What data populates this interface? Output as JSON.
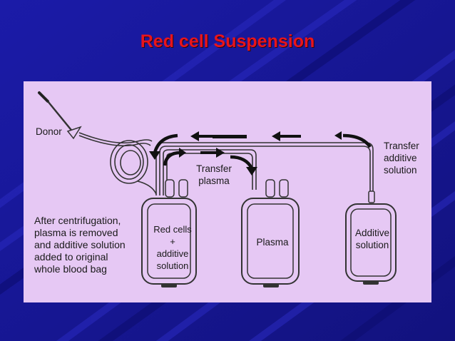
{
  "slide": {
    "title": "Red cell Suspension",
    "colors": {
      "background": "#16169a",
      "title": "#e8141c",
      "panel": "#e6c8f4"
    }
  },
  "diagram": {
    "donor_label": "Donor",
    "transfer_plasma_label": "Transfer\nplasma",
    "transfer_additive_label": "Transfer\nadditive\nsolution",
    "note": "After centrifugation,\nplasma is removed\nand additive solution\nadded to original\nwhole blood bag",
    "bags": [
      {
        "name": "red-cells-bag",
        "label": "Red cells\n+\nadditive\nsolution"
      },
      {
        "name": "plasma-bag",
        "label": "Plasma"
      },
      {
        "name": "additive-solution-bag",
        "label": "Additive\nsolution"
      }
    ]
  }
}
